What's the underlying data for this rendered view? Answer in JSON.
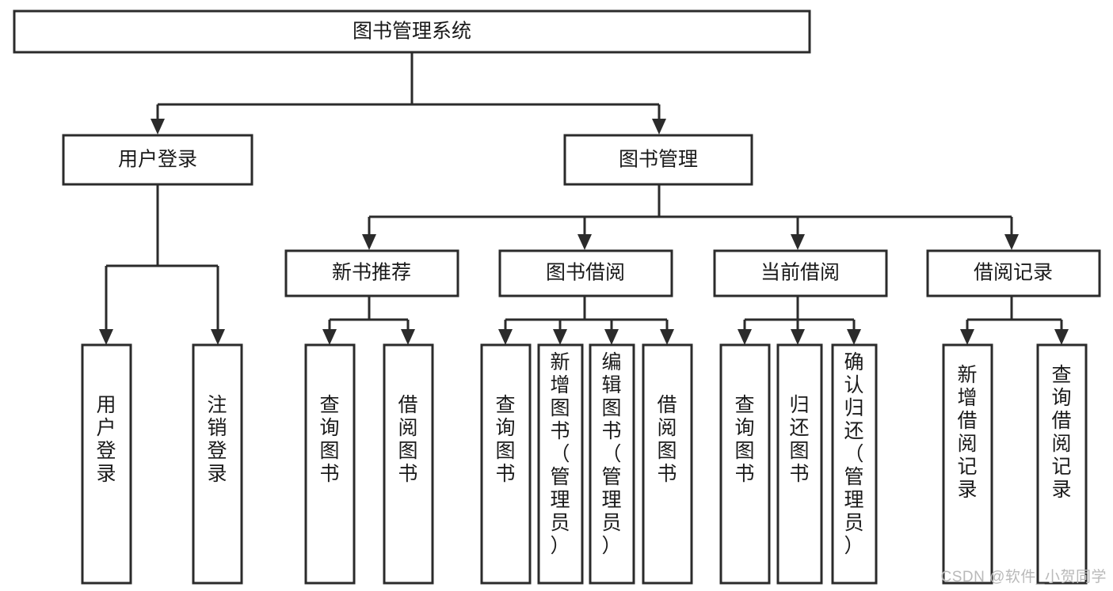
{
  "diagram": {
    "title": "图书管理系统",
    "type": "tree-hierarchy",
    "watermark": "CSDN @软件_小贺同学",
    "colors": {
      "stroke": "#2b2b2b",
      "fill": "#ffffff",
      "text": "#1a1a1a",
      "watermark": "#b9b9b9"
    },
    "nodes": {
      "root": {
        "label": "图书管理系统",
        "orientation": "horizontal"
      },
      "level2": [
        {
          "id": "user-login",
          "label": "用户登录",
          "orientation": "horizontal"
        },
        {
          "id": "book-management",
          "label": "图书管理",
          "orientation": "horizontal"
        }
      ],
      "level3": [
        {
          "id": "new-book-recommend",
          "label": "新书推荐",
          "orientation": "horizontal"
        },
        {
          "id": "book-borrow",
          "label": "图书借阅",
          "orientation": "horizontal"
        },
        {
          "id": "current-borrow",
          "label": "当前借阅",
          "orientation": "horizontal"
        },
        {
          "id": "borrow-record",
          "label": "借阅记录",
          "orientation": "horizontal"
        }
      ],
      "leaves": [
        {
          "id": "leaf-user-login",
          "label": "用户登录",
          "parent": "user-login",
          "orientation": "vertical"
        },
        {
          "id": "leaf-logout",
          "label": "注销登录",
          "parent": "user-login",
          "orientation": "vertical"
        },
        {
          "id": "leaf-query-book-1",
          "label": "查询图书",
          "parent": "new-book-recommend",
          "orientation": "vertical"
        },
        {
          "id": "leaf-borrow-book-1",
          "label": "借阅图书",
          "parent": "new-book-recommend",
          "orientation": "vertical"
        },
        {
          "id": "leaf-query-book-2",
          "label": "查询图书",
          "parent": "book-borrow",
          "orientation": "vertical"
        },
        {
          "id": "leaf-add-book",
          "label": "新增图书（管理员）",
          "parent": "book-borrow",
          "orientation": "vertical"
        },
        {
          "id": "leaf-edit-book",
          "label": "编辑图书（管理员）",
          "parent": "book-borrow",
          "orientation": "vertical"
        },
        {
          "id": "leaf-borrow-book-2",
          "label": "借阅图书",
          "parent": "book-borrow",
          "orientation": "vertical"
        },
        {
          "id": "leaf-query-book-3",
          "label": "查询图书",
          "parent": "current-borrow",
          "orientation": "vertical"
        },
        {
          "id": "leaf-return-book",
          "label": "归还图书",
          "parent": "current-borrow",
          "orientation": "vertical"
        },
        {
          "id": "leaf-confirm-return",
          "label": "确认归还（管理员）",
          "parent": "current-borrow",
          "orientation": "vertical"
        },
        {
          "id": "leaf-add-record",
          "label": "新增借阅记录",
          "parent": "borrow-record",
          "orientation": "vertical"
        },
        {
          "id": "leaf-query-record",
          "label": "查询借阅记录",
          "parent": "borrow-record",
          "orientation": "vertical"
        }
      ]
    }
  }
}
